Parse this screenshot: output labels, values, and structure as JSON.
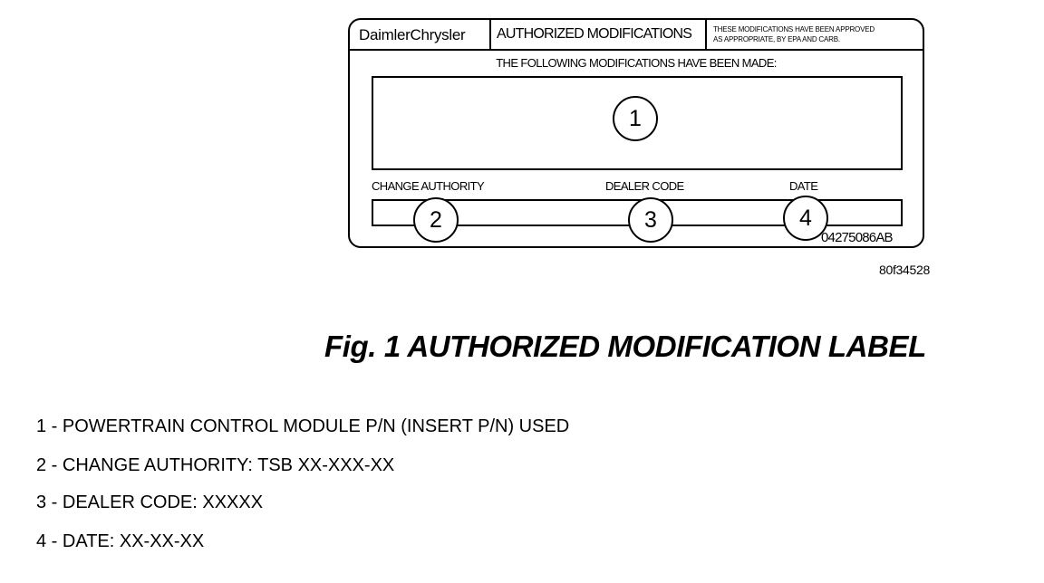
{
  "label": {
    "brand": "DaimlerChrysler",
    "title": "AUTHORIZED MODIFICATIONS",
    "note_line1": "THESE MODIFICATIONS HAVE BEEN APPROVED",
    "note_line2": "AS APPROPRIATE, BY EPA AND CARB.",
    "following_text": "THE FOLLOWING MODIFICATIONS HAVE BEEN MADE:",
    "change_authority_label": "CHANGE AUTHORITY",
    "dealer_code_label": "DEALER CODE",
    "date_label": "DATE",
    "part_number": "04275086AB",
    "callouts": [
      "1",
      "2",
      "3",
      "4"
    ]
  },
  "figure": {
    "id": "80f34528",
    "caption": "Fig. 1 AUTHORIZED MODIFICATION LABEL"
  },
  "legend": [
    "1 - POWERTRAIN CONTROL MODULE P/N (INSERT P/N) USED",
    "2 - CHANGE AUTHORITY: TSB XX-XXX-XX",
    "3 - DEALER CODE: XXXXX",
    "4 - DATE: XX-XX-XX"
  ]
}
